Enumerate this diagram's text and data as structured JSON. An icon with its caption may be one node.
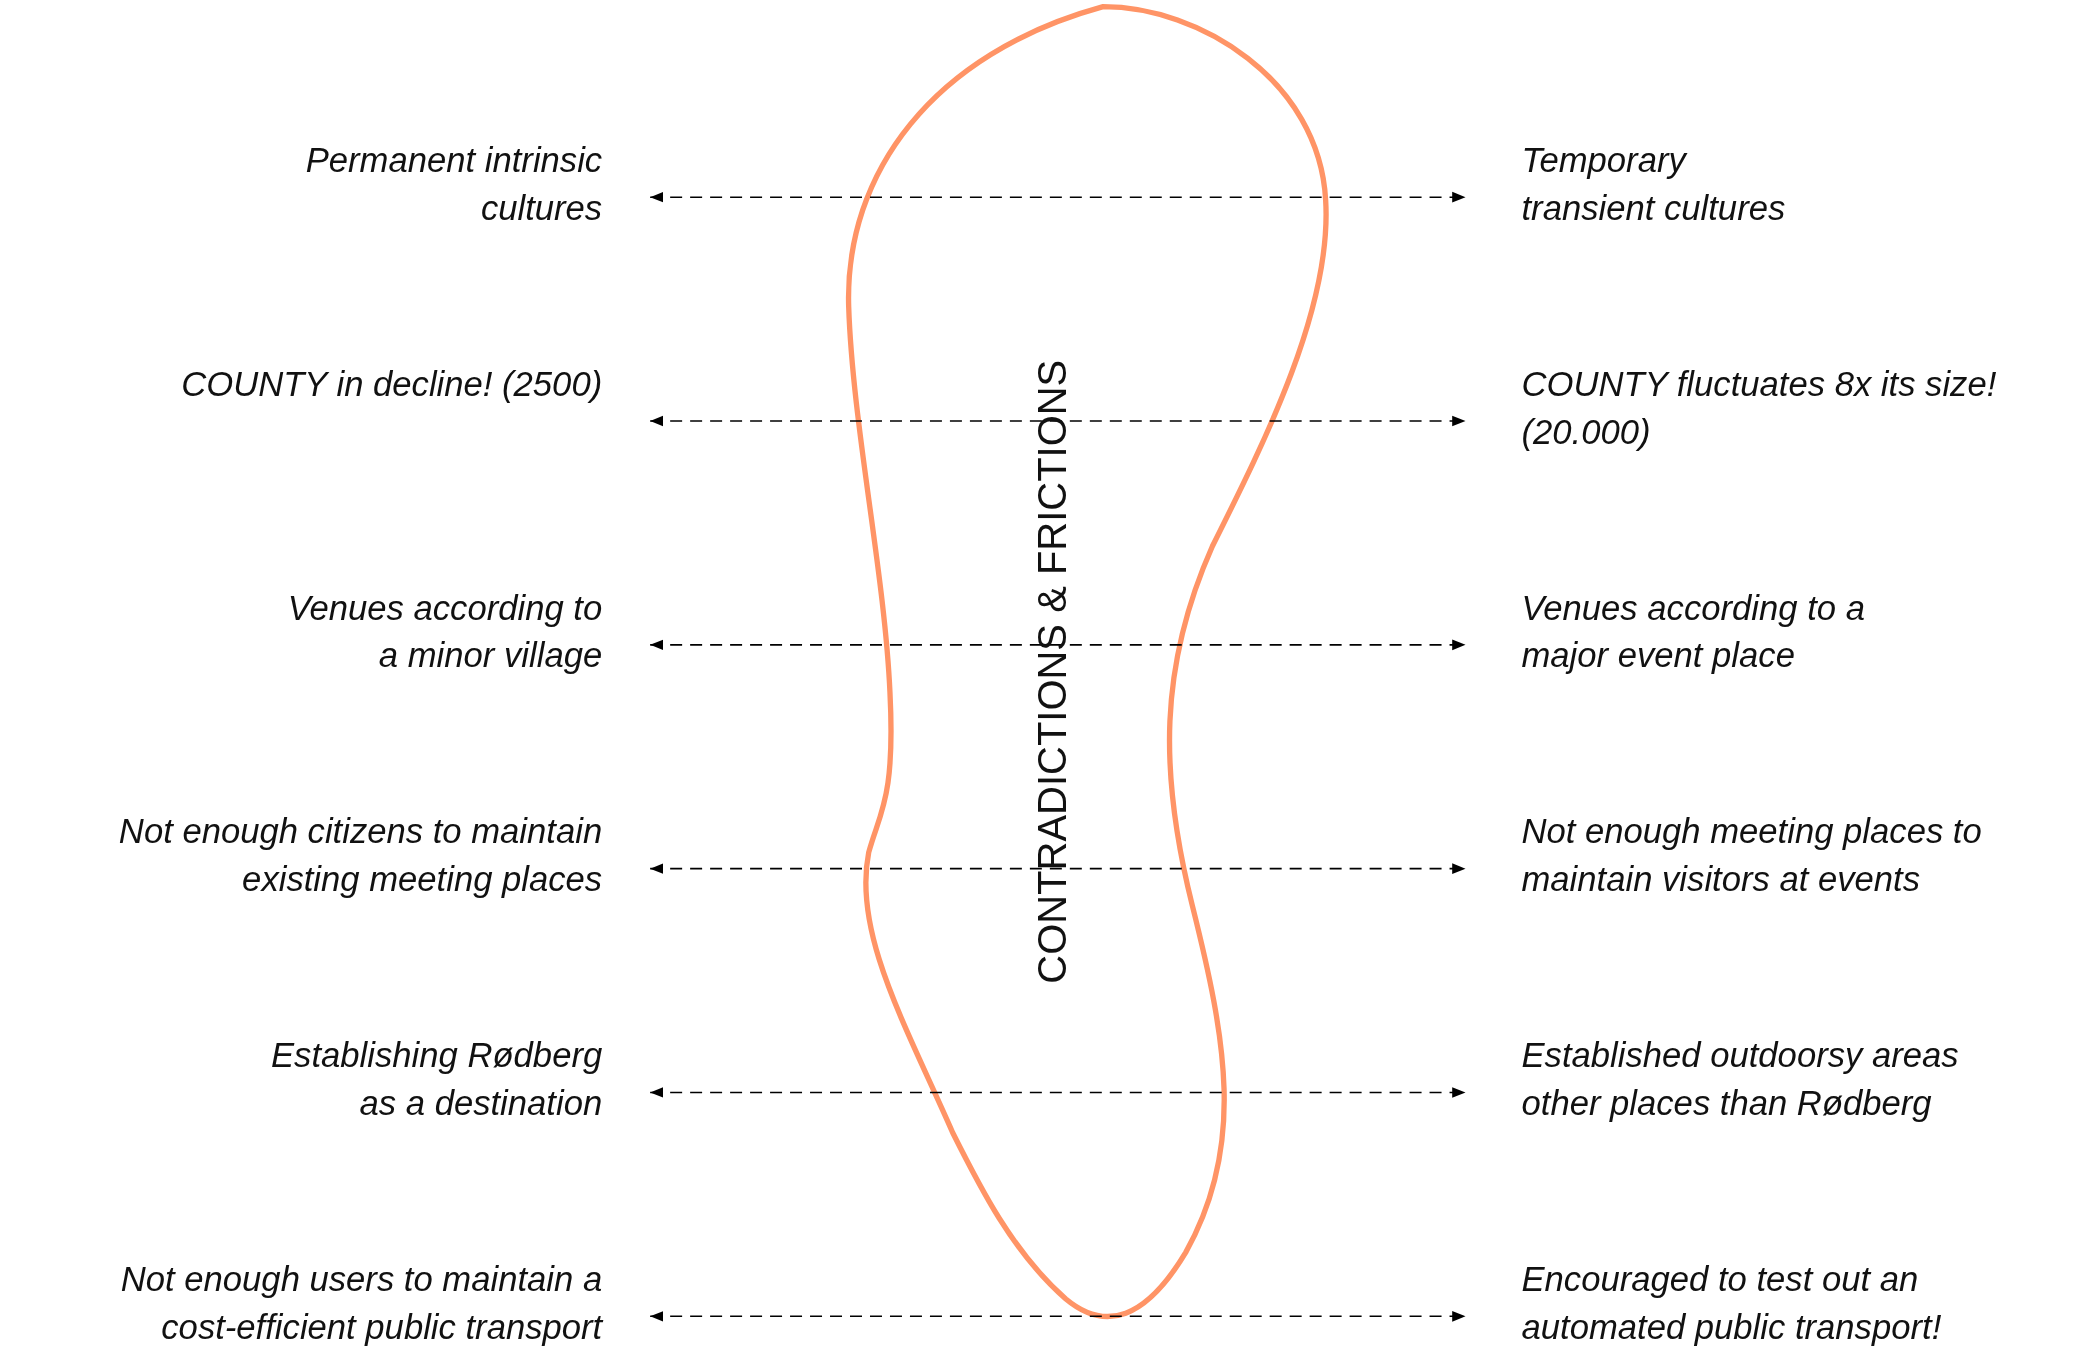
{
  "diagram": {
    "nodes": [
      {
        "text": [
          "Permanent intrinsic cultures"
        ]
      },
      {
        "text": [
          "Temporary transient cultures"
        ]
      },
      {
        "text": [
          "COUNTY in decline! (2500)"
        ]
      },
      {
        "text": [
          "COUNTY fluctuates 8x its size! (20.000)"
        ]
      },
      {
        "text": [
          "Venues according to a minor village"
        ]
      },
      {
        "text": [
          "Venues according to a major event place"
        ]
      },
      {
        "text": [
          "Not enough citizens to maintain existing meeting places"
        ]
      },
      {
        "text": [
          "Not enough meeting places to maintain visitors at events"
        ]
      },
      {
        "text": [
          "Establishing Rødberg as a destination"
        ]
      },
      {
        "text": [
          "Established outdoorsy areas other places than Rødberg"
        ]
      },
      {
        "text": [
          "Not enough users to maintain a cost-efficient public transport"
        ]
      },
      {
        "text": [
          "Encouraged to test out an automated public transport!"
        ]
      }
    ],
    "edges": [
      {
        "from": 0,
        "to": 1,
        "arrow": "both",
        "style": "dashed"
      },
      {
        "from": 2,
        "to": 3,
        "arrow": "both",
        "style": "dashed"
      },
      {
        "from": 4,
        "to": 5,
        "arrow": "both",
        "style": "dashed"
      },
      {
        "from": 6,
        "to": 7,
        "arrow": "both",
        "style": "dashed"
      },
      {
        "from": 8,
        "to": 9,
        "arrow": "both",
        "style": "dashed"
      },
      {
        "from": 10,
        "to": 11,
        "arrow": "both",
        "style": "dashed"
      }
    ],
    "labels": [
      "CONTRADICTIONS & FRICTIONS"
    ]
  }
}
